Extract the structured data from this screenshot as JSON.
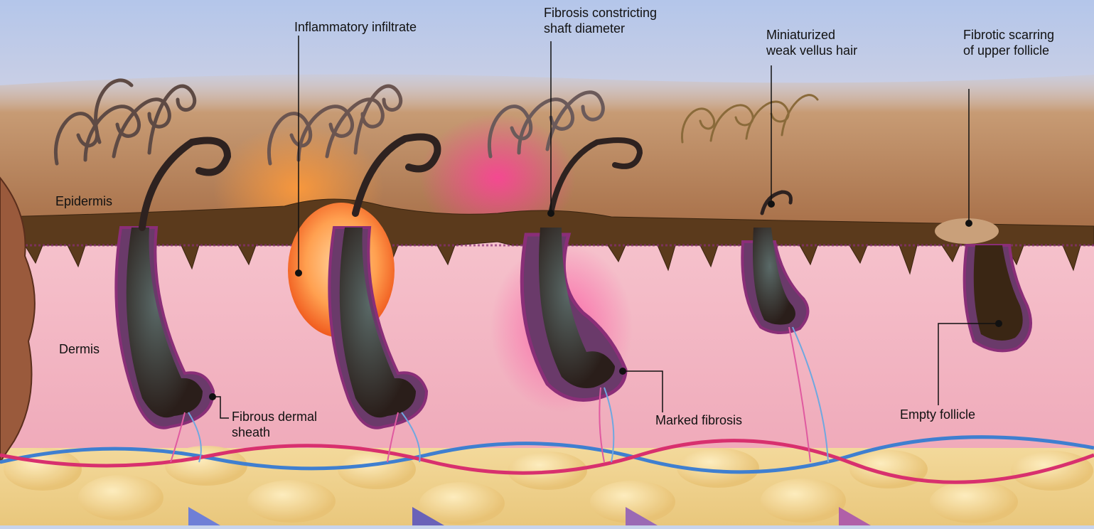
{
  "layers": {
    "epidermis": "Epidermis",
    "dermis": "Dermis"
  },
  "callouts": {
    "inflammatory_infiltrate": "Inflammatory infiltrate",
    "fibrosis_constricting_1": "Fibrosis constricting",
    "fibrosis_constricting_2": "shaft diameter",
    "miniaturized_1": "Miniaturized",
    "miniaturized_2": "weak vellus hair",
    "fibrotic_scarring_1": "Fibrotic scarring",
    "fibrotic_scarring_2": "of upper follicle",
    "fibrous_sheath_1": "Fibrous dermal",
    "fibrous_sheath_2": "sheath",
    "marked_fibrosis": "Marked fibrosis",
    "empty_follicle": "Empty follicle"
  },
  "colors": {
    "sky": "#bfcdea",
    "scalp": "#b98a63",
    "epidermis": "#5a3a1a",
    "dermis": "#f2b3c0",
    "fat": "#f0cf8a",
    "hair_shaft": "#3a2a24",
    "sheath": "#8a2e78",
    "infiltrate": "#ff8a3c",
    "artery": "#d8306e",
    "vein": "#3f7fd0",
    "arrow": "#6b6fc4"
  }
}
